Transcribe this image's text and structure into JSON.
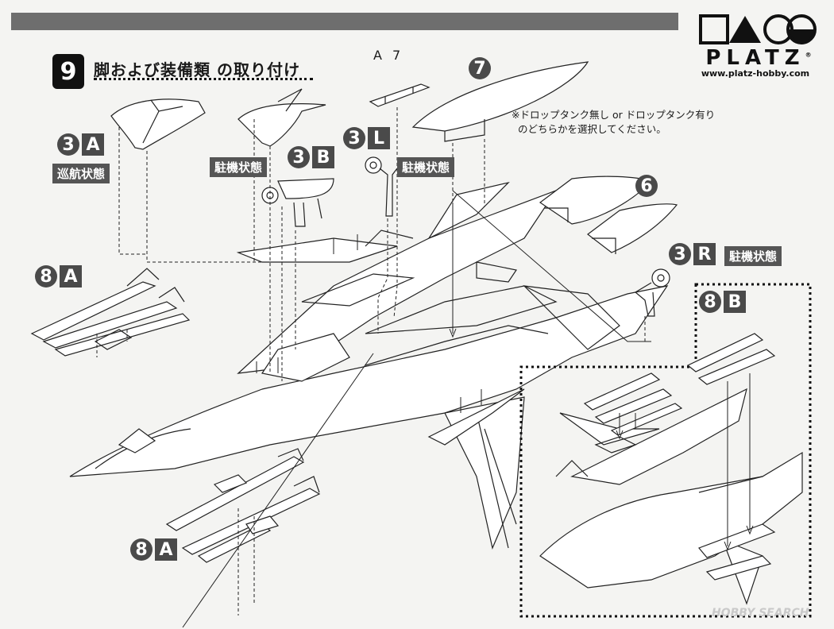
{
  "brand": {
    "name": "PLATZ",
    "reg_mark": "®",
    "url": "www.platz-hobby.com"
  },
  "step": {
    "number": "9",
    "title": "脚および装備類 の取り付け"
  },
  "parts": {
    "a7": "A 7",
    "s7": "7",
    "s6": "6",
    "s3a": {
      "num": "3",
      "letter": "A",
      "state": "巡航状態"
    },
    "s3b": {
      "num": "3",
      "letter": "B",
      "state": "駐機状態"
    },
    "s3l": {
      "num": "3",
      "letter": "L",
      "state": "駐機状態"
    },
    "s3r": {
      "num": "3",
      "letter": "R",
      "state": "駐機状態"
    },
    "s8a_top": {
      "num": "8",
      "letter": "A"
    },
    "s8a_bottom": {
      "num": "8",
      "letter": "A"
    },
    "s8b": {
      "num": "8",
      "letter": "B"
    }
  },
  "note": {
    "line1": "※ドロップタンク無し or ドロップタンク有り",
    "line2": "のどちらかを選択してください。"
  },
  "watermark": "HOBBY SEARCH",
  "colors": {
    "label_fill": "#4a4a4a",
    "bar": "#6e6e6e"
  }
}
